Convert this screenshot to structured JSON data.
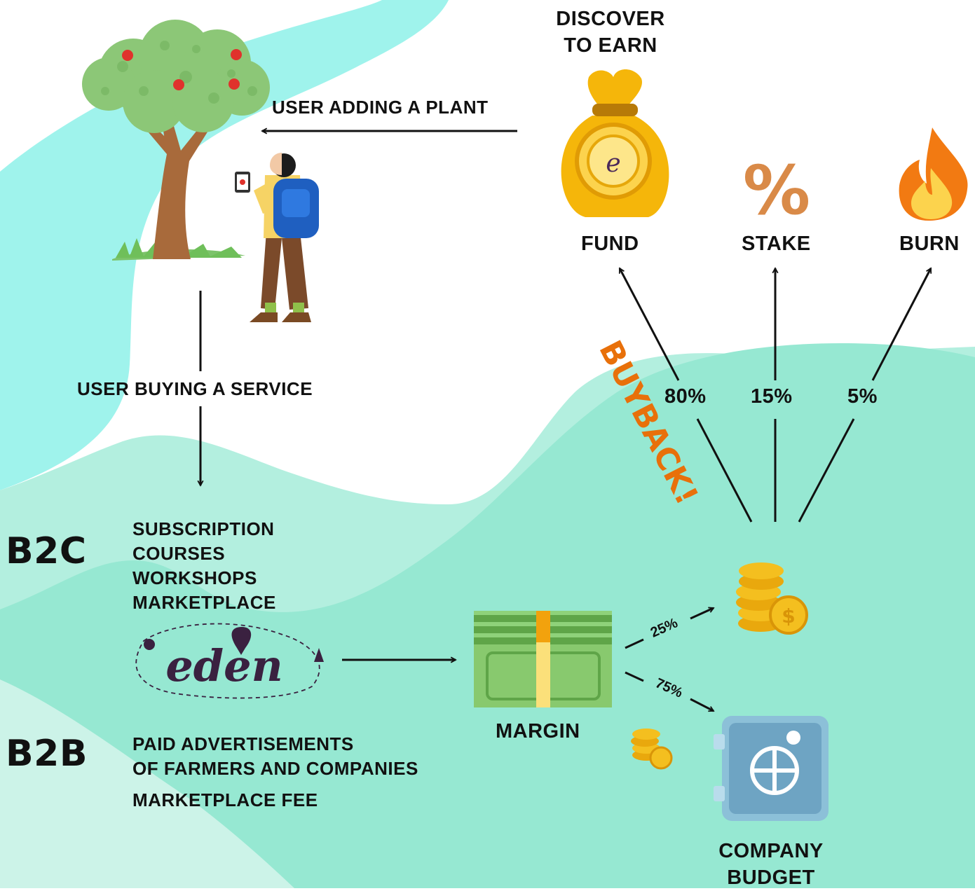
{
  "top": {
    "discover_line1": "DISCOVER",
    "discover_line2": "TO EARN",
    "user_adding_plant": "USER ADDING A PLANT",
    "user_buying_service": "USER BUYING A SERVICE"
  },
  "allocation": {
    "fund": "FUND",
    "stake": "STAKE",
    "burn": "BURN",
    "buyback": "BUYBACK!",
    "pct_fund": "80%",
    "pct_stake": "15%",
    "pct_burn": "5%",
    "percent_symbol": "%"
  },
  "b2c": {
    "title": "B2C",
    "items": [
      "SUBSCRIPTION",
      "COURSES",
      "WORKSHOPS",
      "MARKETPLACE"
    ]
  },
  "b2b": {
    "title": "B2B",
    "line1": "PAID ADVERTISEMENTS",
    "line2": "OF FARMERS AND COMPANIES",
    "line3": "MARKETPLACE FEE"
  },
  "logo": {
    "text": "eden"
  },
  "margin": {
    "label": "MARGIN",
    "split_buyback": "25%",
    "split_budget": "75%"
  },
  "company_budget": {
    "line1": "COMPANY",
    "line2": "BUDGET"
  },
  "colors": {
    "river": "#9ff3ec",
    "hill_light": "#b3efdf",
    "hill_main": "#96e8d2",
    "hill_far": "#ccf3e8",
    "buyback": "#e8700a",
    "fund_bag": "#f5b60a",
    "stake_percent": "#d98a48",
    "money_green": "#76ba5e",
    "safe_blue": "#6ea4c3",
    "coin_gold": "#f4bf1f",
    "logo_purple": "#3a2140"
  }
}
